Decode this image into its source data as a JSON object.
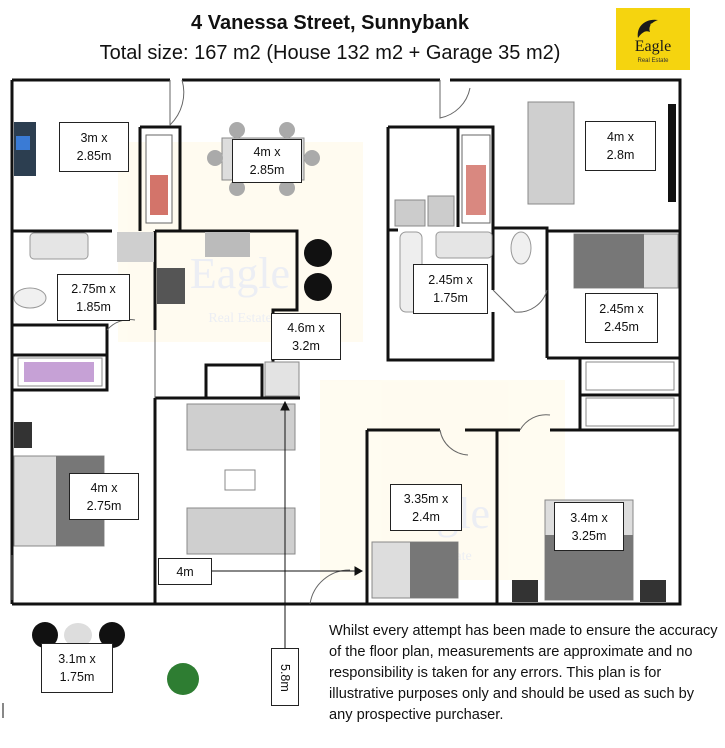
{
  "title": "4 Vanessa Street, Sunnybank",
  "subtitle": "Total size: 167 m2 (House 132 m2 + Garage 35 m2)",
  "logo": {
    "name": "Eagle",
    "tagline": "Real Estate",
    "bg_color": "#f5d40f"
  },
  "watermark": {
    "name": "Eagle",
    "tagline": "Real Estate"
  },
  "rooms": [
    {
      "id": "study",
      "line1": "3m x",
      "line2": "2.85m"
    },
    {
      "id": "dining",
      "line1": "4m x",
      "line2": "2.85m"
    },
    {
      "id": "lounge-top-right",
      "line1": "4m x",
      "line2": "2.8m"
    },
    {
      "id": "bathroom-left",
      "line1": "2.75m x",
      "line2": "1.85m"
    },
    {
      "id": "bathroom-center",
      "line1": "2.45m x",
      "line2": "1.75m"
    },
    {
      "id": "bedroom-top-right",
      "line1": "2.45m x",
      "line2": "2.45m"
    },
    {
      "id": "kitchen",
      "line1": "4.6m x",
      "line2": "3.2m"
    },
    {
      "id": "bedroom-left",
      "line1": "4m x",
      "line2": "2.75m"
    },
    {
      "id": "bedroom-center",
      "line1": "3.35m x",
      "line2": "2.4m"
    },
    {
      "id": "bedroom-right",
      "line1": "3.4m x",
      "line2": "3.25m"
    },
    {
      "id": "patio",
      "line1": "3.1m x",
      "line2": "1.75m"
    }
  ],
  "garage_width_label": "4m",
  "garage_length_label": "5.8m",
  "disclaimer": "Whilst every attempt has been made to ensure the accuracy of the floor plan, measurements are approximate and no responsibility is taken for any errors. This plan is for illustrative purposes only and should be used as such by any prospective purchaser."
}
